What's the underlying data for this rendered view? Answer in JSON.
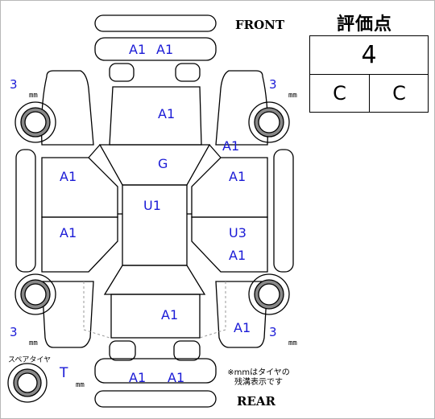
{
  "front_label": "FRONT",
  "rear_label": "REAR",
  "grade": {
    "title": "評価点",
    "score": "4",
    "interior": "C",
    "exterior": "C"
  },
  "tires": {
    "front_left_depth": "3",
    "front_right_depth": "3",
    "rear_left_depth": "3",
    "rear_right_depth": "3",
    "unit": "mm",
    "spare_label": "スペアタイヤ",
    "spare_mark": "T"
  },
  "note": {
    "line1": "※mmはタイヤの",
    "line2": "残溝表示です"
  },
  "damage": {
    "front_bumper_left": "A1",
    "front_bumper_right": "A1",
    "hood": "A1",
    "front_right_fender": "A1",
    "windshield": "G",
    "front_left_door": "A1",
    "front_right_door": "A1",
    "roof": "U1",
    "rear_left_door": "A1",
    "rear_right_door_1": "U3",
    "rear_right_door_2": "A1",
    "trunk": "A1",
    "rear_right_fender": "A1",
    "rear_bumper_left": "A1",
    "rear_bumper_right": "A1"
  }
}
